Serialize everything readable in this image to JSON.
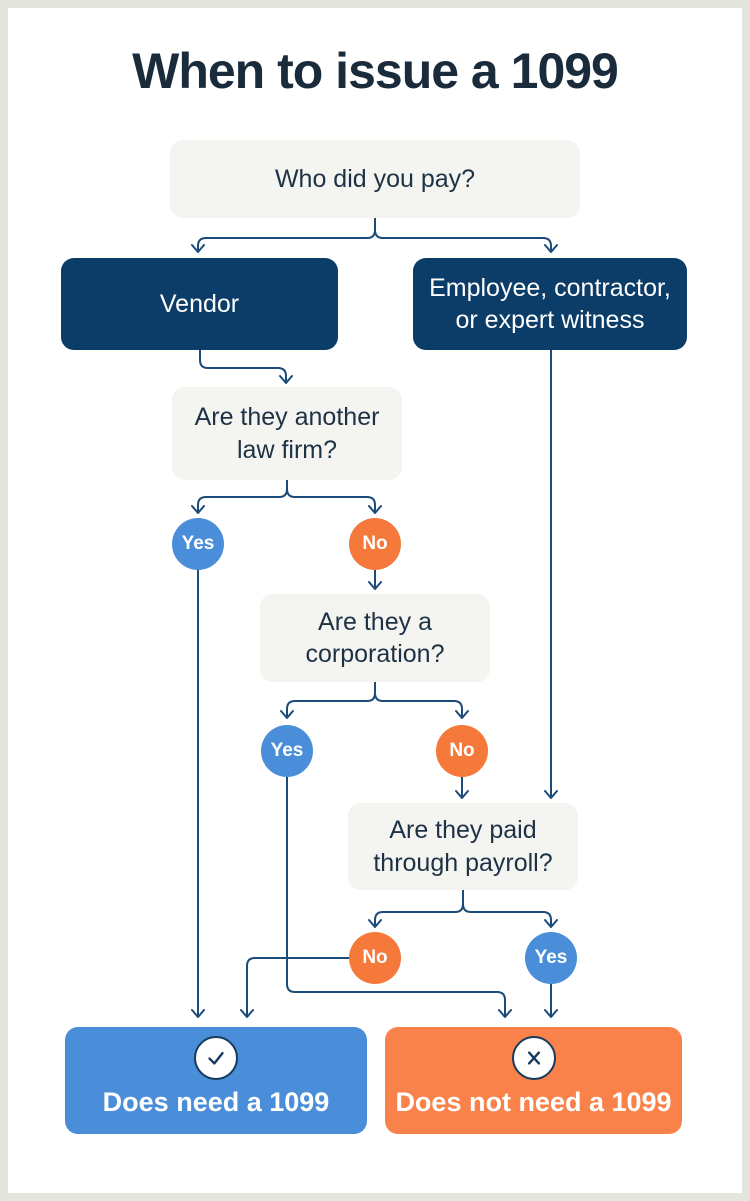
{
  "title": "When to issue a 1099",
  "colors": {
    "frame": "#e4e5dd",
    "canvas": "#ffffff",
    "title": "#1a2b3c",
    "box-gray": "#f4f4f1",
    "text-dark": "#1e3245",
    "navy": "#0c3c68",
    "blue": "#4a8ed9",
    "orange": "#f5793b",
    "orange-box": "#f8824a",
    "line": "#1b4b79",
    "icon-navy": "#16395e"
  },
  "flowchart": {
    "question_who": "Who did you pay?",
    "vendor": "Vendor",
    "employee": "Employee, contractor,\nor expert witness",
    "question_lawfirm": "Are they another\nlaw firm?",
    "question_corporation": "Are they a\ncorporation?",
    "question_payroll": "Are they paid\nthrough payroll?",
    "lawfirm_yes": "Yes",
    "lawfirm_no": "No",
    "corporation_yes": "Yes",
    "corporation_no": "No",
    "payroll_no": "No",
    "payroll_yes": "Yes",
    "outcome_need": "Does need a 1099",
    "outcome_not_need": "Does not need a 1099"
  }
}
